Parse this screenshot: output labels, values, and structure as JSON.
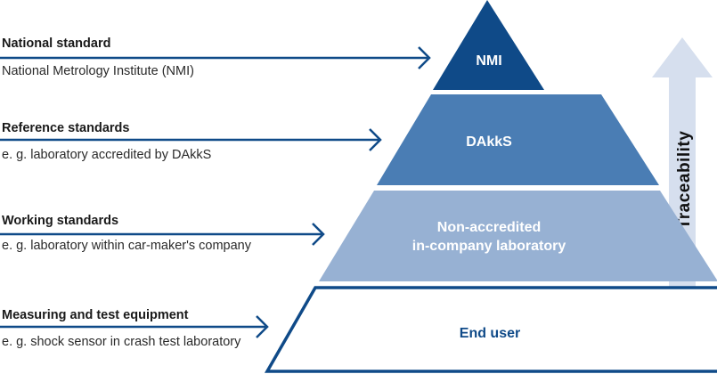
{
  "levels": [
    {
      "title": "National standard",
      "desc": "National Metrology Institute (NMI)"
    },
    {
      "title": "Reference standards",
      "desc": "e. g. laboratory accredited by DAkkS"
    },
    {
      "title": "Working standards",
      "desc": "e. g. laboratory within car-maker's company"
    },
    {
      "title": "Measuring and test equipment",
      "desc": "e. g. shock sensor in crash test laboratory"
    }
  ],
  "tiers": [
    {
      "lines": [
        "NMI"
      ],
      "fill": "#0f4a88",
      "text_color": "#ffffff"
    },
    {
      "lines": [
        "DAkkS"
      ],
      "fill": "#4a7db4",
      "text_color": "#ffffff"
    },
    {
      "lines": [
        "Non-accredited",
        "in-company laboratory"
      ],
      "fill": "#97b1d3",
      "text_color": "#ffffff"
    },
    {
      "lines": [
        "End user"
      ],
      "fill": "#ffffff",
      "text_color": "#0f4a88"
    }
  ],
  "traceability": {
    "label": "Traceability"
  },
  "colors": {
    "arrow": "#0f4a88",
    "trace_arrow": "#d6dfee"
  }
}
